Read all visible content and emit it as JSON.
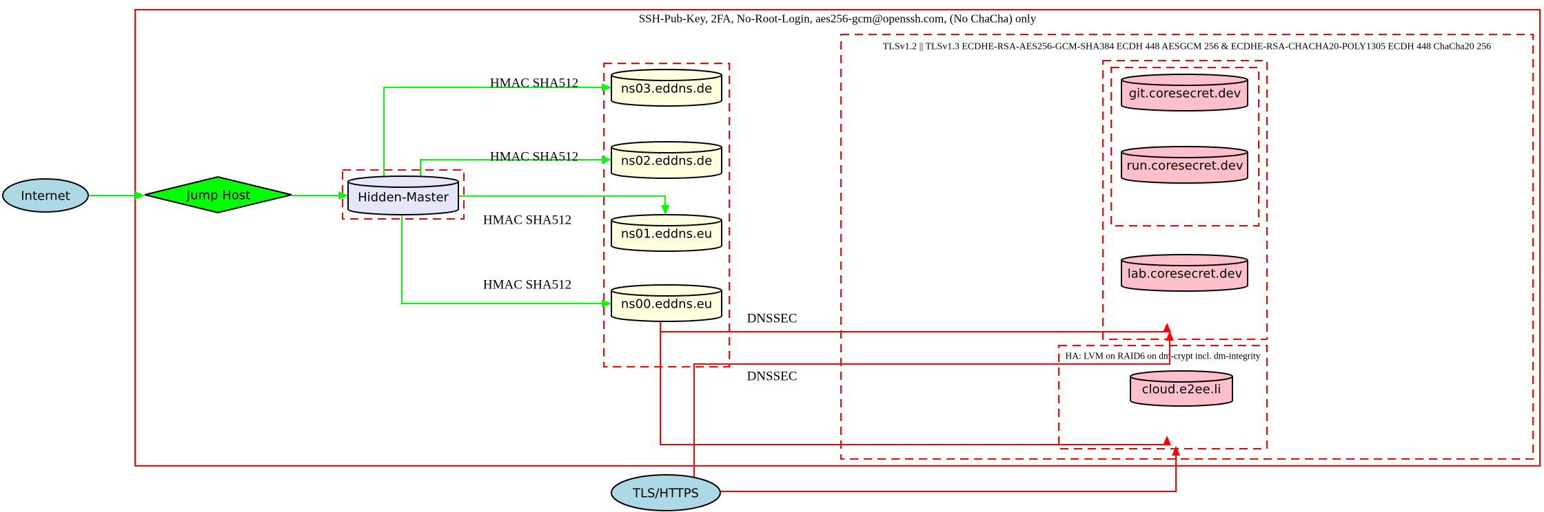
{
  "clusters": {
    "ssh": "SSH-Pub-Key, 2FA, No-Root-Login, aes256-gcm@openssh.com, (No ChaCha) only",
    "tls": "TLSv1.2 || TLSv1.3 ECDHE-RSA-AES256-GCM-SHA384 ECDH 448 AESGCM 256 & ECDHE-RSA-CHACHA20-POLY1305 ECDH 448 ChaCha20 256",
    "ha": "HA: LVM on RAID6 on dm-crypt incl. dm-integrity"
  },
  "nodes": {
    "internet": "Internet",
    "jump_host": "Jump Host",
    "hidden_master": "Hidden-Master",
    "ns03": "ns03.eddns.de",
    "ns02": "ns02.eddns.de",
    "ns01": "ns01.eddns.eu",
    "ns00": "ns00.eddns.eu",
    "git": "git.coresecret.dev",
    "run": "run.coresecret.dev",
    "lab": "lab.coresecret.dev",
    "cloud": "cloud.e2ee.li",
    "tls_https": "TLS/HTTPS"
  },
  "edge_labels": {
    "hmac_ns03": "HMAC SHA512",
    "hmac_ns02": "HMAC SHA512",
    "hmac_ns01": "HMAC SHA512",
    "hmac_ns00": "HMAC SHA512",
    "dnssec_upper": "DNSSEC",
    "dnssec_lower": "DNSSEC"
  },
  "colors": {
    "ssh_edge_green": "#00FF00",
    "tls_edge_red": "#FF0000",
    "cluster_border_red": "#FF0000",
    "internet_fill": "#ADD8E6",
    "tls_https_fill": "#ADD8E6",
    "jump_host_fill": "#00FF00",
    "hidden_master_fill": "#E6E6FA",
    "nameserver_fill": "#FFFFE0",
    "service_fill": "#FFC0CB",
    "node_outline": "#000000"
  }
}
